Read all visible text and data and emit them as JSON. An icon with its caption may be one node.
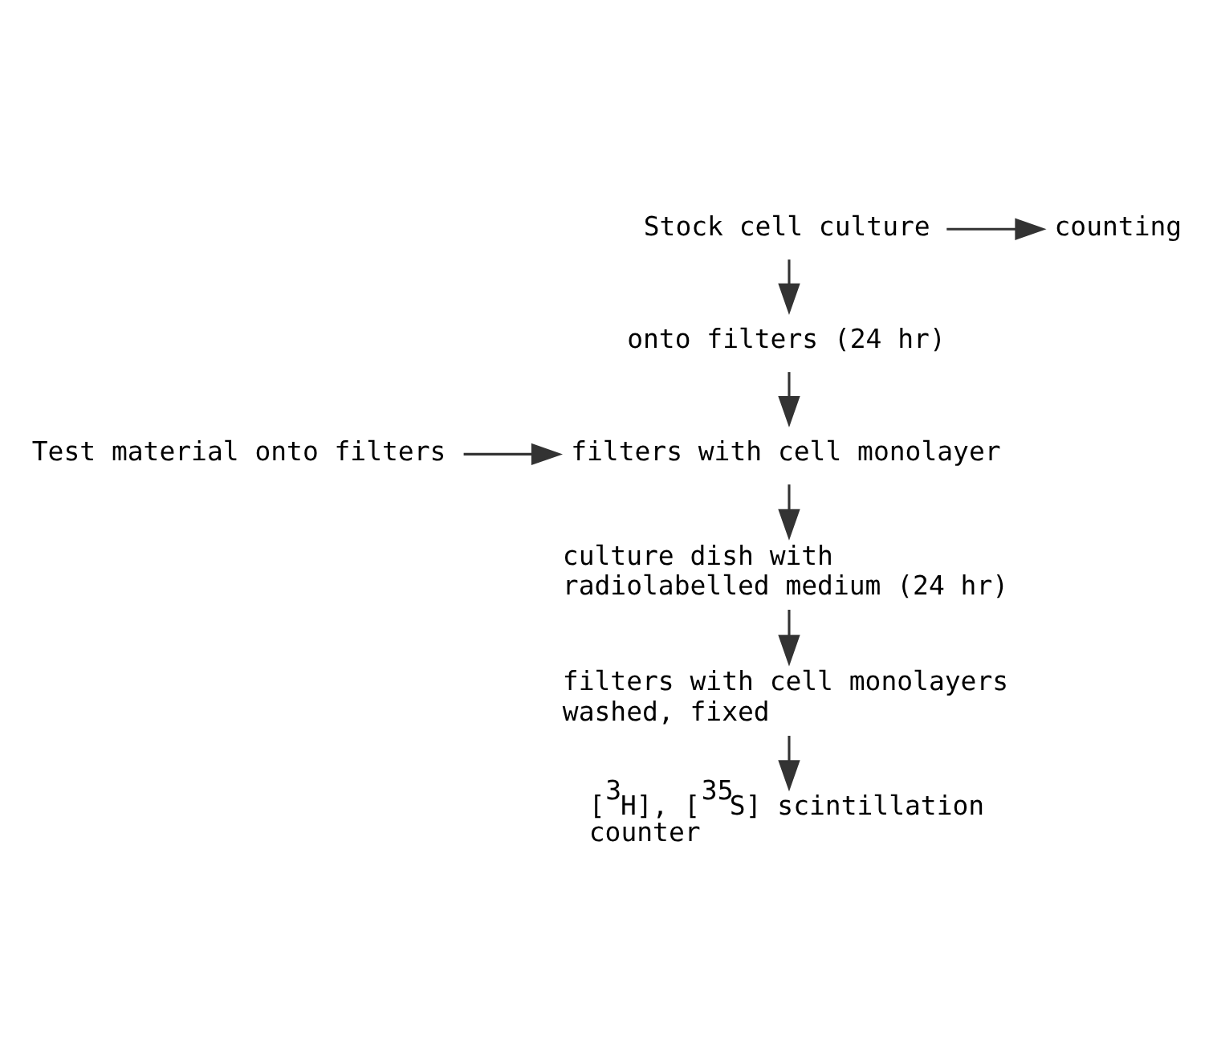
{
  "diagram": {
    "nodes": [
      {
        "text": [
          "Stock cell culture"
        ]
      },
      {
        "text": [
          "counting"
        ]
      },
      {
        "text": [
          "onto filters (24 hr)"
        ]
      },
      {
        "text": [
          "Test material onto filters"
        ]
      },
      {
        "text": [
          "filters with cell monolayer"
        ]
      },
      {
        "text": [
          "culture dish with radiolabelled medium (24 hr)"
        ]
      },
      {
        "text": [
          "filters with cell monolayers washed, fixed"
        ]
      },
      {
        "text": [
          "[$^{3}$H], [$^{35}$S] scintillation counter"
        ]
      }
    ],
    "edges": [
      {
        "from": 0,
        "to": 1,
        "arrow": "to"
      },
      {
        "from": 0,
        "to": 2,
        "arrow": "to"
      },
      {
        "from": 2,
        "to": 4,
        "arrow": "to"
      },
      {
        "from": 3,
        "to": 4,
        "arrow": "to"
      },
      {
        "from": 4,
        "to": 5,
        "arrow": "to"
      },
      {
        "from": 5,
        "to": 6,
        "arrow": "to"
      },
      {
        "from": 6,
        "to": 7,
        "arrow": "to"
      }
    ]
  }
}
